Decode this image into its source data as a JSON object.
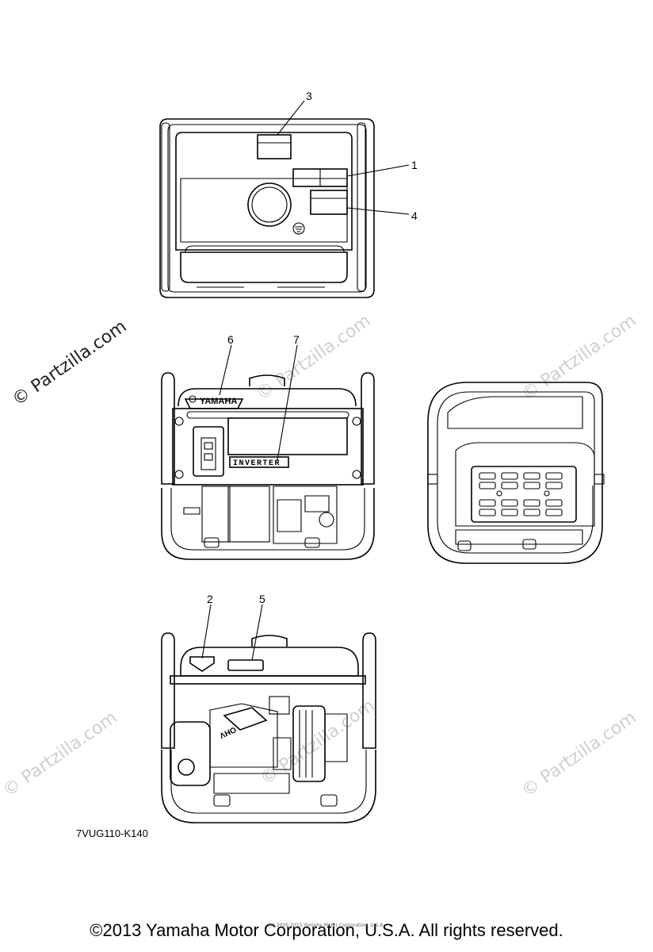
{
  "callouts": {
    "c1": "1",
    "c2": "2",
    "c3": "3",
    "c4": "4",
    "c5": "5",
    "c6": "6",
    "c7": "7"
  },
  "diagram_code": "7VUG110-K140",
  "labels": {
    "brand": "YAMAHA",
    "inverter": "INVERTER",
    "ohv": "OHV"
  },
  "watermarks": {
    "main": "© Partzilla.com",
    "faint": "© Partzilla.com"
  },
  "footer": {
    "copyright": "©2013 Yamaha Motor Corporation, U.S.A. All rights reserved.",
    "small_copyright": "(c) 2005-2015 Yamaha Motor Corporation, U.S.A."
  }
}
